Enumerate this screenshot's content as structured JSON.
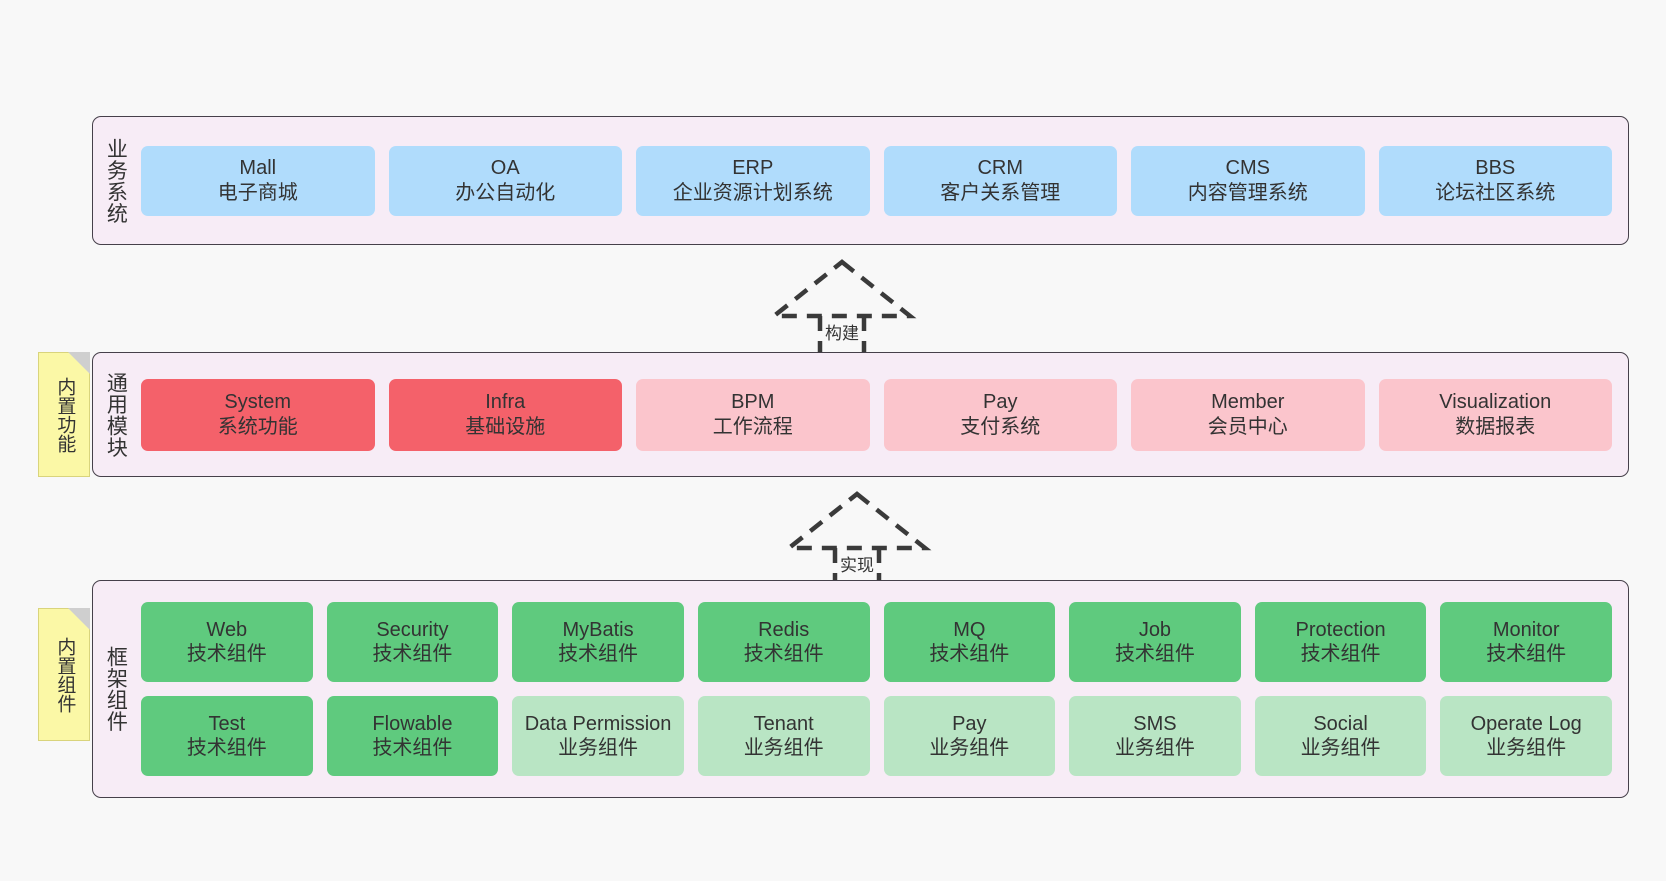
{
  "diagram": {
    "background_color": "#f8f8f8",
    "panel_color": "#f7ecf6",
    "panel_border_color": "#46404a",
    "note_color": "#fbf8a6"
  },
  "layers": {
    "business": {
      "title": "业务系统",
      "accent": "#b0dcfc",
      "items": [
        {
          "en": "Mall",
          "cn": "电子商城"
        },
        {
          "en": "OA",
          "cn": "办公自动化"
        },
        {
          "en": "ERP",
          "cn": "企业资源计划系统"
        },
        {
          "en": "CRM",
          "cn": "客户关系管理"
        },
        {
          "en": "CMS",
          "cn": "内容管理系统"
        },
        {
          "en": "BBS",
          "cn": "论坛社区系统"
        }
      ]
    },
    "common": {
      "title": "通用模块",
      "note": "内置功能",
      "accent_strong": "#f4616a",
      "accent_soft": "#fbc5cc",
      "items": [
        {
          "en": "System",
          "cn": "系统功能",
          "tone": "strong"
        },
        {
          "en": "Infra",
          "cn": "基础设施",
          "tone": "strong"
        },
        {
          "en": "BPM",
          "cn": "工作流程",
          "tone": "soft"
        },
        {
          "en": "Pay",
          "cn": "支付系统",
          "tone": "soft"
        },
        {
          "en": "Member",
          "cn": "会员中心",
          "tone": "soft"
        },
        {
          "en": "Visualization",
          "cn": "数据报表",
          "tone": "soft"
        }
      ]
    },
    "framework": {
      "title": "框架组件",
      "note": "内置组件",
      "accent_strong": "#5fca7e",
      "accent_soft": "#b9e5c4",
      "row1": [
        {
          "en": "Web",
          "cn": "技术组件",
          "tone": "strong"
        },
        {
          "en": "Security",
          "cn": "技术组件",
          "tone": "strong"
        },
        {
          "en": "MyBatis",
          "cn": "技术组件",
          "tone": "strong"
        },
        {
          "en": "Redis",
          "cn": "技术组件",
          "tone": "strong"
        },
        {
          "en": "MQ",
          "cn": "技术组件",
          "tone": "strong"
        },
        {
          "en": "Job",
          "cn": "技术组件",
          "tone": "strong"
        },
        {
          "en": "Protection",
          "cn": "技术组件",
          "tone": "strong"
        },
        {
          "en": "Monitor",
          "cn": "技术组件",
          "tone": "strong"
        }
      ],
      "row2": [
        {
          "en": "Test",
          "cn": "技术组件",
          "tone": "strong"
        },
        {
          "en": "Flowable",
          "cn": "技术组件",
          "tone": "strong"
        },
        {
          "en": "Data Permission",
          "cn": "业务组件",
          "tone": "soft"
        },
        {
          "en": "Tenant",
          "cn": "业务组件",
          "tone": "soft"
        },
        {
          "en": "Pay",
          "cn": "业务组件",
          "tone": "soft"
        },
        {
          "en": "SMS",
          "cn": "业务组件",
          "tone": "soft"
        },
        {
          "en": "Social",
          "cn": "业务组件",
          "tone": "soft"
        },
        {
          "en": "Operate Log",
          "cn": "业务组件",
          "tone": "soft"
        }
      ]
    }
  },
  "connectors": [
    {
      "id": "build",
      "label": "构建",
      "style": "dashed-hollow-triangle",
      "direction": "up"
    },
    {
      "id": "impl",
      "label": "实现",
      "style": "dashed-hollow-triangle",
      "direction": "up"
    }
  ]
}
